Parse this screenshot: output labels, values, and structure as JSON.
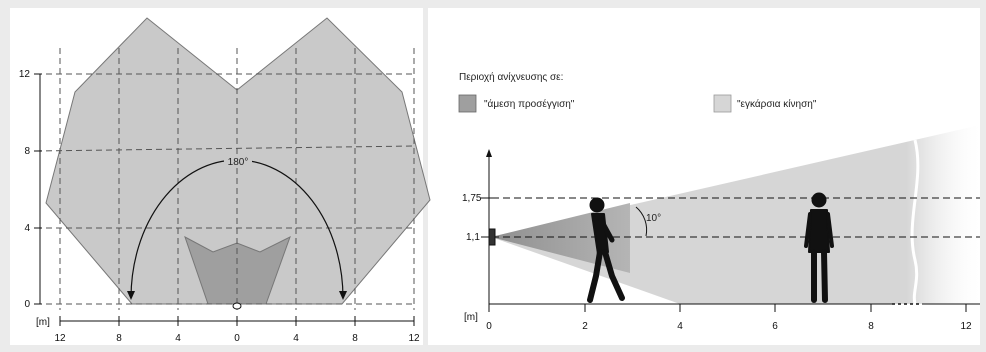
{
  "left": {
    "unit": "[m]",
    "y_ticks": [
      "12",
      "8",
      "4",
      "0"
    ],
    "x_ticks": [
      "12",
      "8",
      "4",
      "0",
      "4",
      "8",
      "12"
    ],
    "angle": "180°",
    "colors": {
      "transverse": "#c9c9c9",
      "approach": "#9f9f9f"
    }
  },
  "right": {
    "legend_title": "Περιοχή ανίχνευσης σε:",
    "legend_approach": "\"άμεση προσέγγιση\"",
    "legend_transverse": "\"εγκάρσια κίνηση\"",
    "unit": "[m]",
    "y_ticks": [
      "1,75",
      "1,1"
    ],
    "x_ticks": [
      "0",
      "2",
      "4",
      "6",
      "8",
      "12"
    ],
    "angle": "10°",
    "colors": {
      "transverse": "#d6d6d6",
      "approach": "#9f9f9f",
      "figure": "#111111"
    }
  }
}
